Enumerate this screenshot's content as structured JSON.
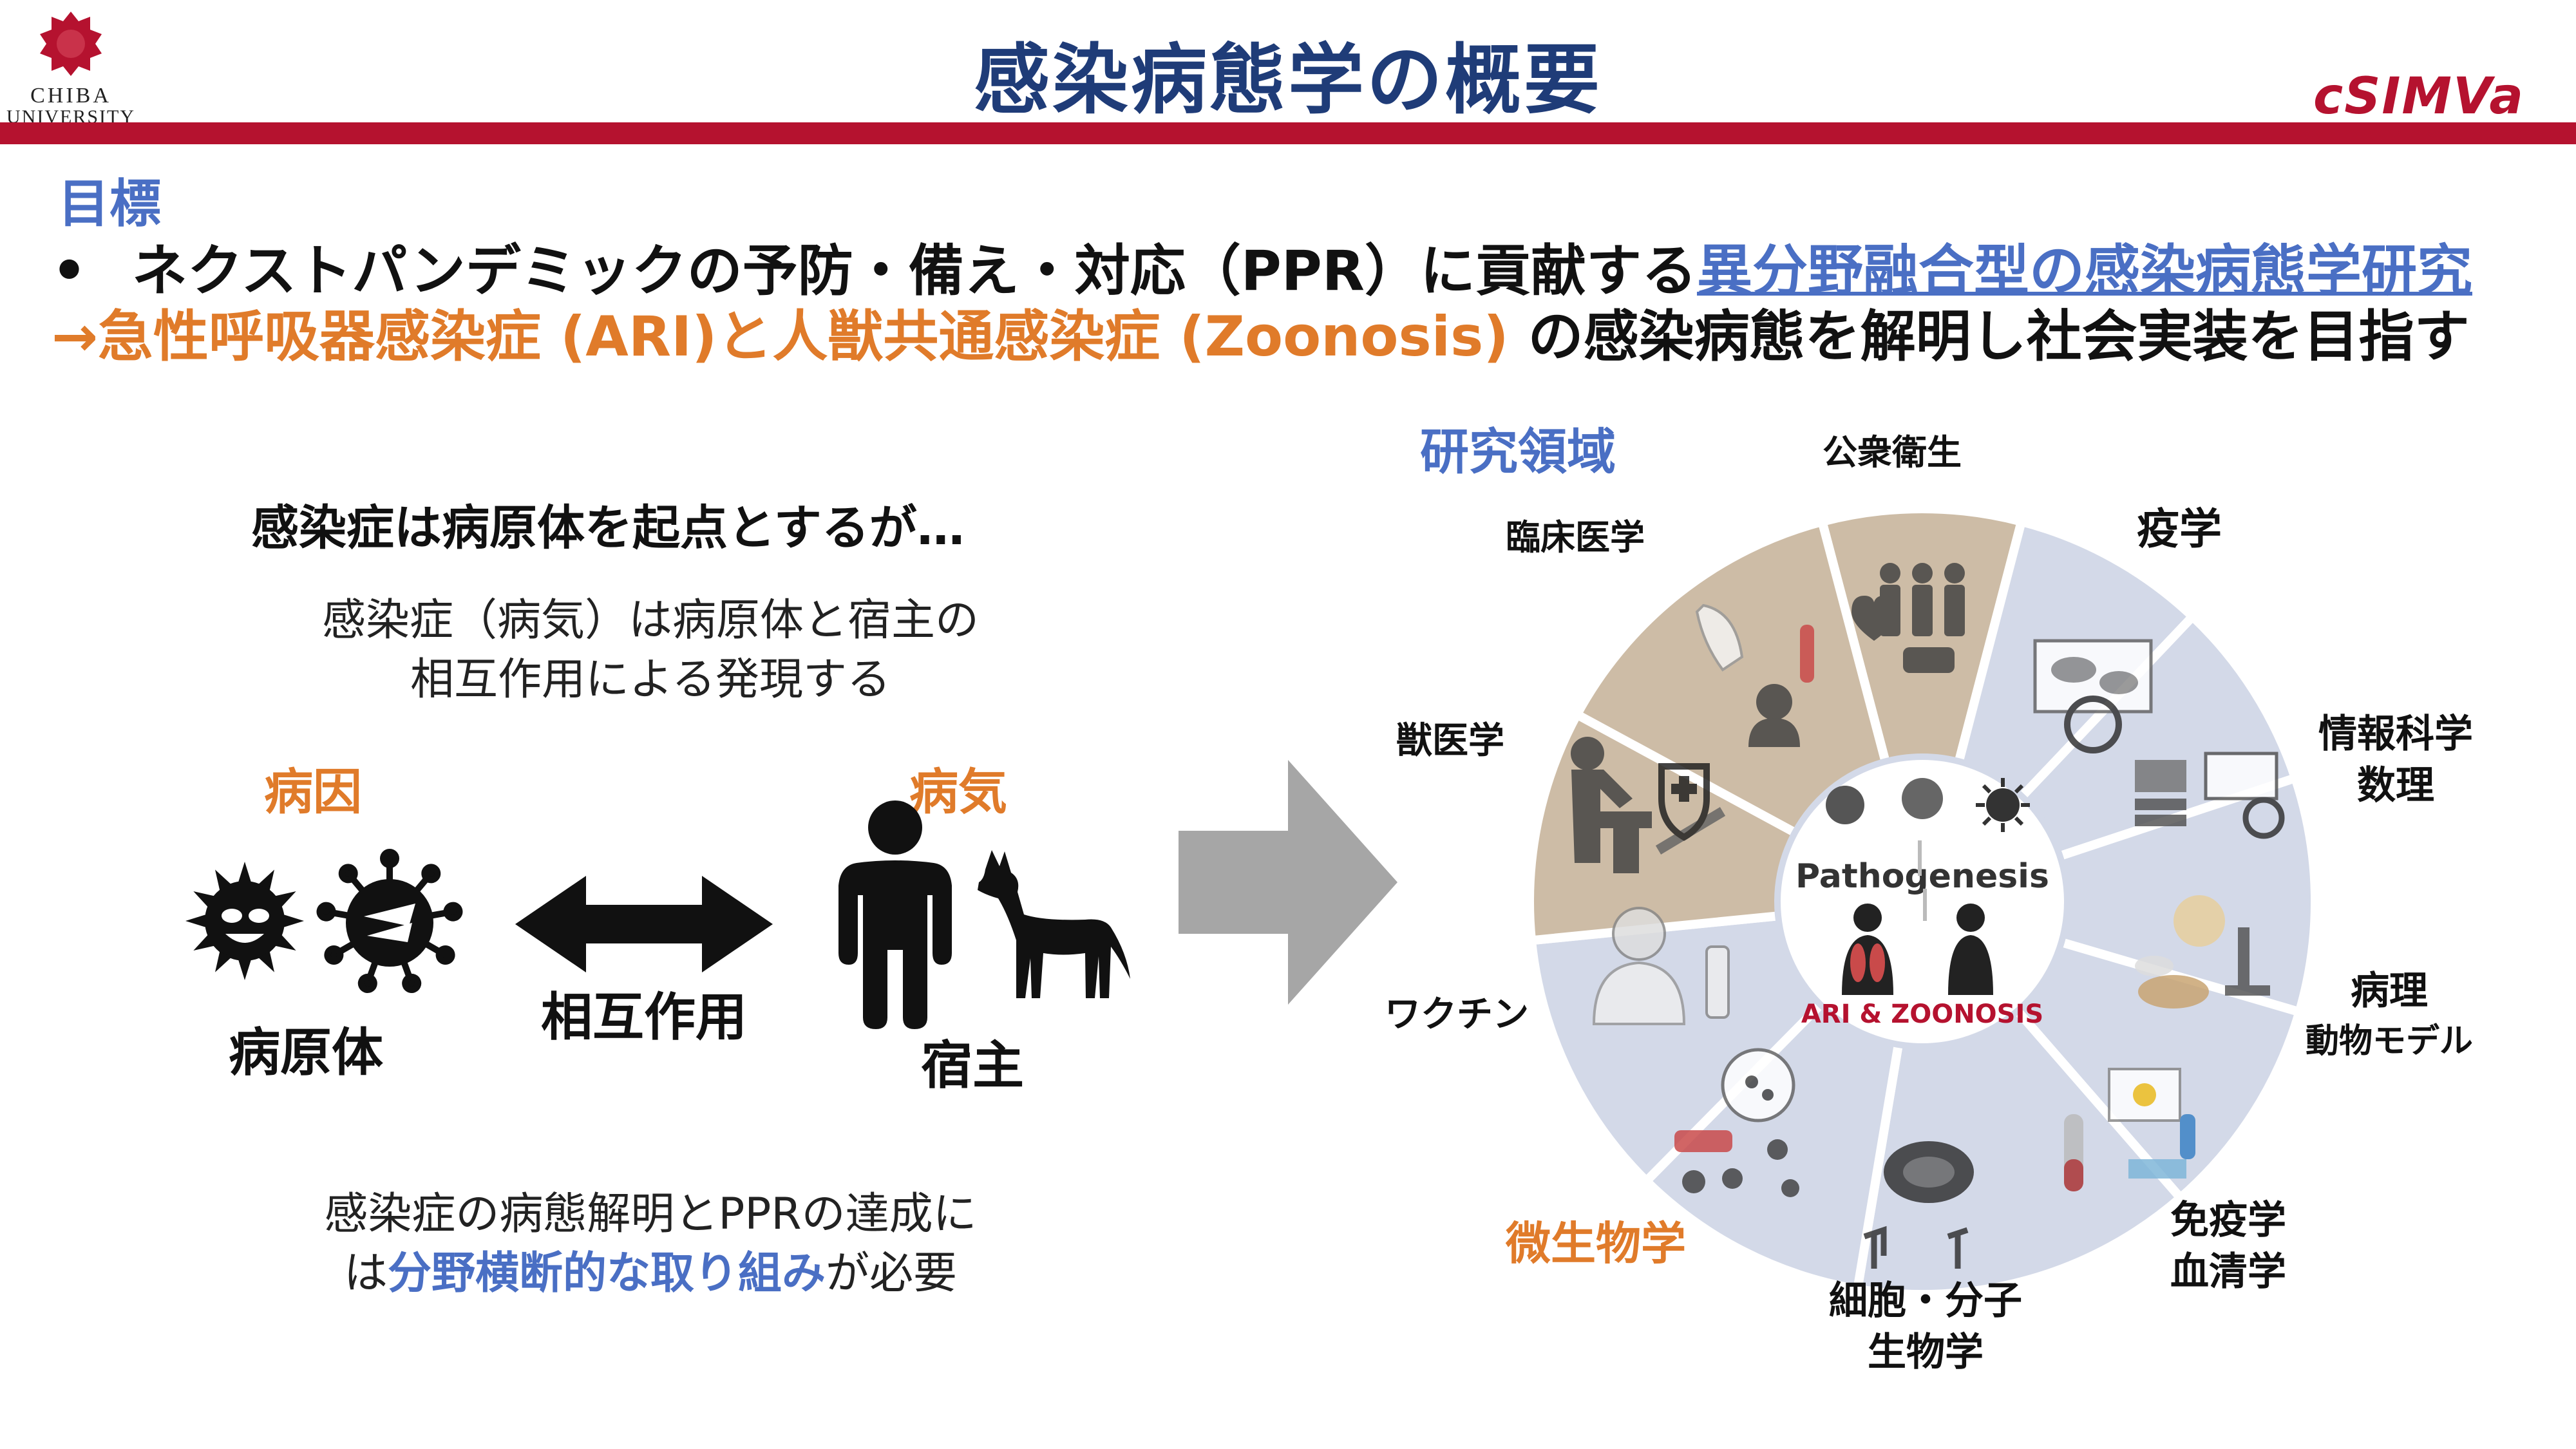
{
  "header": {
    "title": "感染病態学の概要",
    "logo_line1": "CHIBA",
    "logo_line2": "UNIVERSITY",
    "brand": "cSIMVa"
  },
  "goal": {
    "label": "目標",
    "bullet": "•",
    "line1_prefix": "ネクストパンデミックの予防・備え・対応（PPR）に貢献する",
    "line1_highlight": "異分野融合型の感染病態学研究",
    "line2_orange": "→急性呼吸器感染症 (ARI)と人獣共通感染症 (Zoonosis)",
    "line2_rest": " の感染病態を解明し社会実装を目指す"
  },
  "left": {
    "heading": "感染症は病原体を起点とするが…",
    "desc_line1": "感染症（病気）は病原体と宿主の",
    "desc_line2": "相互作用による発現する",
    "cause_label": "病因",
    "disease_label": "病気",
    "pathogen_label": "病原体",
    "interaction_label": "相互作用",
    "host_label": "宿主",
    "bottom_line1": "感染症の病態解明とPPRの達成に",
    "bottom_line2_pre": "は",
    "bottom_line2_hl": "分野横断的な取り組み",
    "bottom_line2_post": "が必要"
  },
  "wheel": {
    "title": "研究領域",
    "center_top": "Pathogenesis",
    "center_bottom": "ARI & ZOONOSIS",
    "segments": {
      "public_health": "公衆衛生",
      "epidemiology": "疫学",
      "informatics_1": "情報科学",
      "informatics_2": "数理",
      "pathology_1": "病理",
      "pathology_2": "動物モデル",
      "immunology_1": "免疫学",
      "immunology_2": "血清学",
      "cell_1": "細胞・分子",
      "cell_2": "生物学",
      "microbiology": "微生物学",
      "vaccine": "ワクチン",
      "veterinary": "獣医学",
      "clinical": "臨床医学"
    }
  },
  "colors": {
    "title": "#1f3c78",
    "accent_red": "#b5122f",
    "accent_blue": "#4a6fc4",
    "accent_orange": "#e07b2a",
    "segment_tan": "#cdbca6",
    "segment_blue": "#d3d9e8",
    "arrow_gray": "#a6a6a6"
  }
}
